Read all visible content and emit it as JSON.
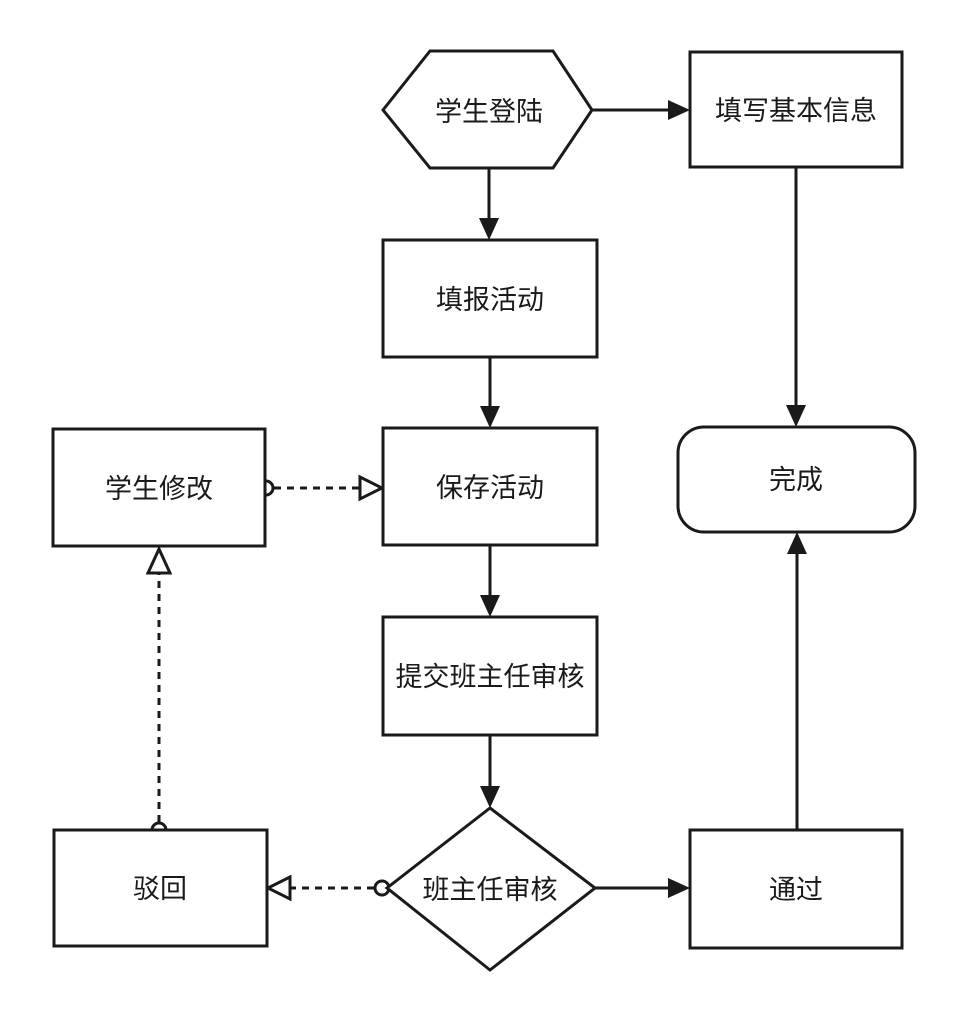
{
  "diagram": {
    "type": "flowchart",
    "colors": {
      "background": "#ffffff",
      "stroke": "#1a1a1a",
      "text": "#1a1a1a"
    },
    "nodes": {
      "student_login": {
        "label": "学生登陆",
        "shape": "hexagon"
      },
      "fill_basic_info": {
        "label": "填写基本信息",
        "shape": "rectangle"
      },
      "fill_activity": {
        "label": "填报活动",
        "shape": "rectangle"
      },
      "save_activity": {
        "label": "保存活动",
        "shape": "rectangle"
      },
      "student_modify": {
        "label": "学生修改",
        "shape": "rectangle"
      },
      "submit_review": {
        "label": "提交班主任审核",
        "shape": "rectangle"
      },
      "teacher_review": {
        "label": "班主任审核",
        "shape": "diamond"
      },
      "reject": {
        "label": "驳回",
        "shape": "rectangle"
      },
      "pass": {
        "label": "通过",
        "shape": "rectangle"
      },
      "done": {
        "label": "完成",
        "shape": "rounded-rectangle"
      }
    },
    "edges": [
      {
        "from": "学生登陆",
        "to": "填写基本信息",
        "style": "solid-filled-arrow"
      },
      {
        "from": "学生登陆",
        "to": "填报活动",
        "style": "solid-filled-arrow"
      },
      {
        "from": "填写基本信息",
        "to": "完成",
        "style": "solid-filled-arrow"
      },
      {
        "from": "填报活动",
        "to": "保存活动",
        "style": "solid-filled-arrow"
      },
      {
        "from": "学生修改",
        "to": "保存活动",
        "style": "dashed-circle-tail-open-arrow"
      },
      {
        "from": "保存活动",
        "to": "提交班主任审核",
        "style": "solid-filled-arrow"
      },
      {
        "from": "提交班主任审核",
        "to": "班主任审核",
        "style": "solid-filled-arrow"
      },
      {
        "from": "班主任审核",
        "to": "驳回",
        "style": "dashed-circle-tail-open-arrow"
      },
      {
        "from": "班主任审核",
        "to": "通过",
        "style": "solid-filled-arrow"
      },
      {
        "from": "驳回",
        "to": "学生修改",
        "style": "dashed-circle-tail-open-arrow"
      },
      {
        "from": "通过",
        "to": "完成",
        "style": "solid-filled-arrow"
      }
    ]
  }
}
